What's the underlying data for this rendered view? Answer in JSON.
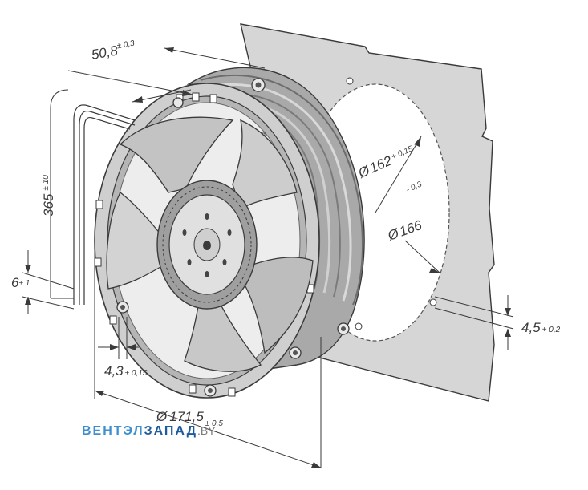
{
  "dimensions": {
    "frame_depth": {
      "value": "50,8",
      "tol": "± 0,3"
    },
    "lead_length": {
      "value": "365",
      "tol": "± 10"
    },
    "lead_spacing": {
      "value": "6",
      "tol": "± 1"
    },
    "mount_hole_front": {
      "value": "4,3",
      "tol": "± 0,15"
    },
    "outer_diameter": {
      "symbol": "Ø",
      "value": "171,5",
      "tol": "± 0,5"
    },
    "bolt_circle": {
      "symbol": "Ø",
      "value": "162",
      "tol_upper": "+ 0,15",
      "tol_lower": "- 0,3"
    },
    "mount_circle": {
      "symbol": "Ø",
      "value": "166"
    },
    "mount_hole_back": {
      "value": "4,5",
      "tol": "+ 0,2"
    }
  },
  "watermark": {
    "part1": "ВЕНТЭЛ",
    "part2": "ЗАПАД",
    "part3": ".BY"
  },
  "colors": {
    "line": "#3a3a3a",
    "plate": "#d6d6d6",
    "metal": "#bfbfbf",
    "metal_dark": "#8c8c8c",
    "watermark_light": "#3d8fd0",
    "watermark_dark": "#1d5b9a"
  }
}
